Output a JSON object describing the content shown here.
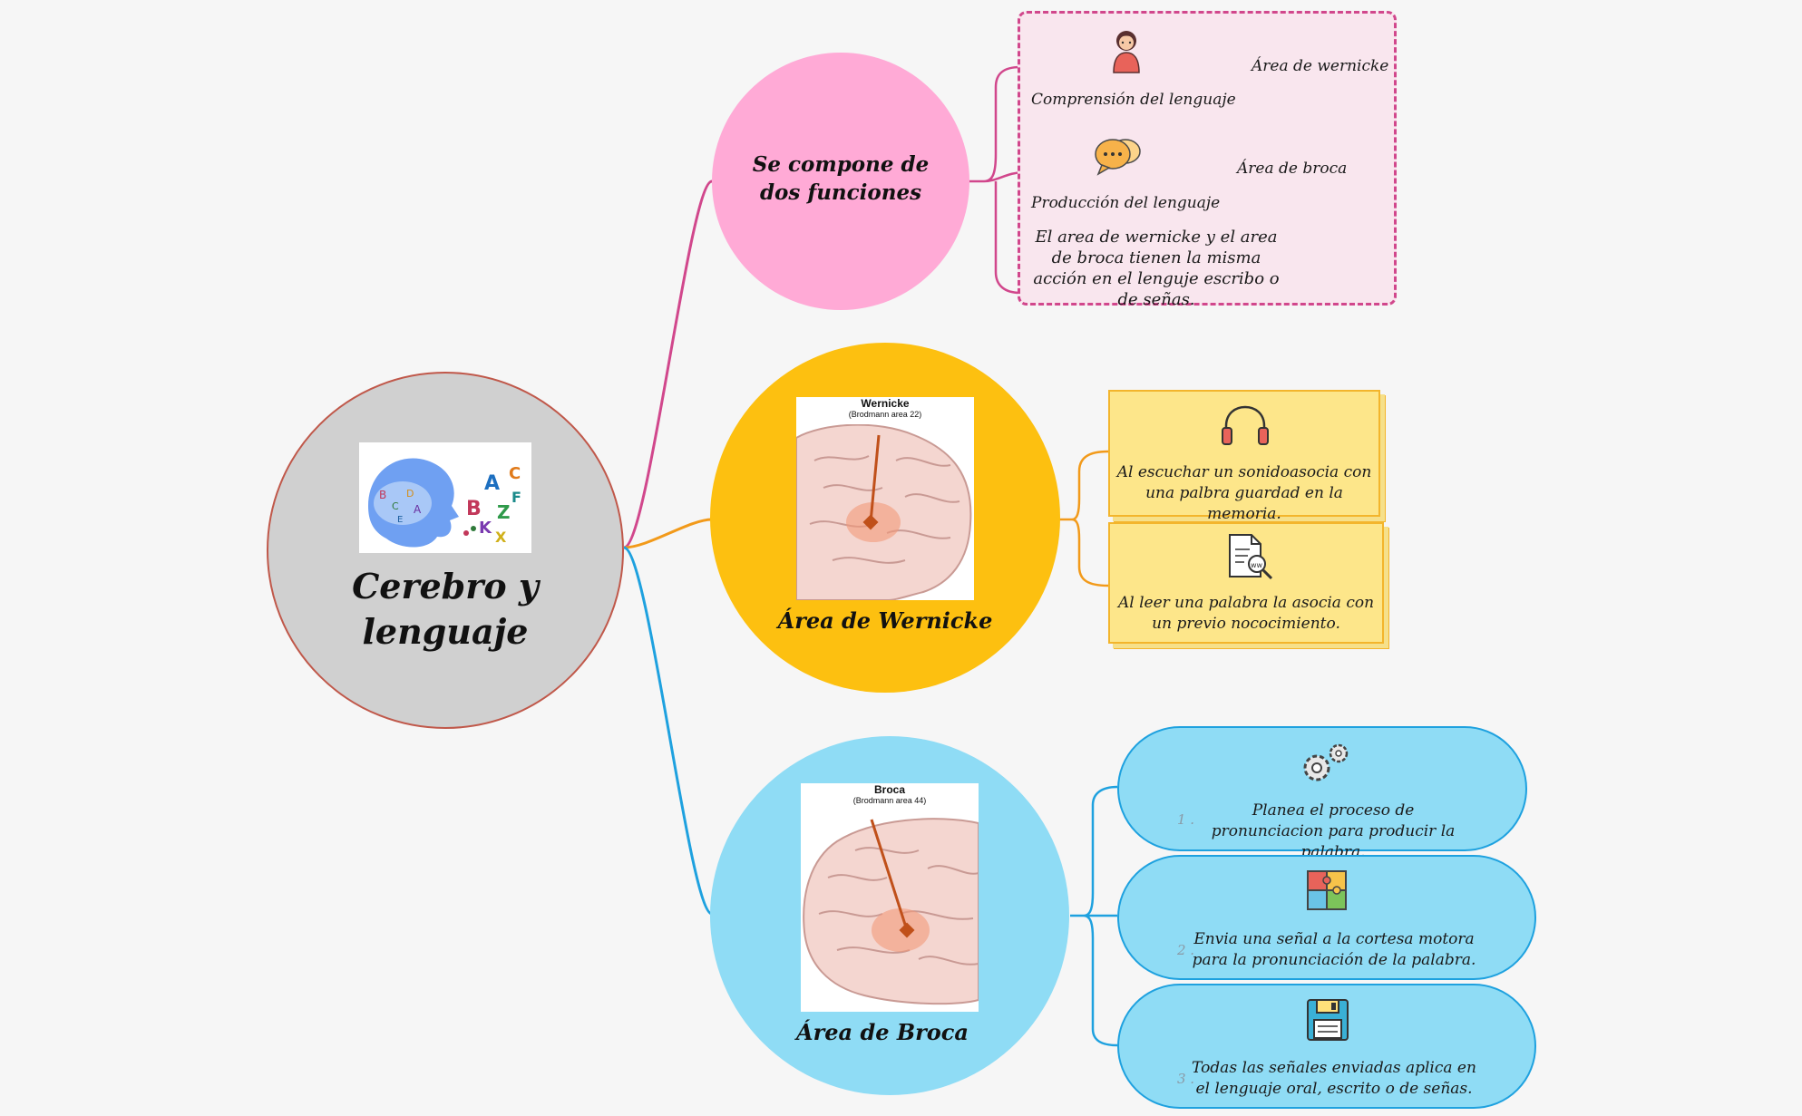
{
  "central": {
    "title": "Cerebro y lenguaje"
  },
  "topic_functions": {
    "title": "Se compone de dos funciones",
    "items": [
      {
        "label": "Comprensión del lenguaje",
        "tag": "Área de wernicke",
        "icon": "person-headset-icon"
      },
      {
        "label": "Producción del lenguaje",
        "tag": "Área de broca",
        "icon": "chat-bubbles-icon"
      }
    ],
    "note": "El area de wernicke y el area de broca tienen la misma acción en el lenguje escribo o de señas."
  },
  "topic_wernicke": {
    "title": "Área de Wernicke",
    "image_title": "Wernicke",
    "image_sub": "(Brodmann area 22)",
    "items": [
      {
        "text": "Al escuchar un sonidoasocia con una palbra guardad en la memoria.",
        "icon": "headphones-icon"
      },
      {
        "text": "Al leer una palabra la asocia con un previo nococimiento.",
        "icon": "web-document-icon"
      }
    ]
  },
  "topic_broca": {
    "title": "Área de Broca",
    "image_title": "Broca",
    "image_sub": "(Brodmann area 44)",
    "items": [
      {
        "number": "1 .",
        "text": "Planea el proceso de pronunciacion para producir la palabra.",
        "icon": "gears-icon"
      },
      {
        "number": "2 .",
        "text": "Envia una señal a la cortesa motora para la pronunciación de la palabra.",
        "icon": "puzzle-icon"
      },
      {
        "number": "3 .",
        "text": "Todas las señales enviadas aplica en el lenguaje oral, escrito o de señas.",
        "icon": "floppy-disk-icon"
      }
    ]
  },
  "colors": {
    "background": "#f6f6f6",
    "central": "#d0d0d0",
    "central_border": "#c0584a",
    "functions": "#ffaad6",
    "functions_line": "#d1478c",
    "wernicke": "#fdc010",
    "wernicke_line": "#f29a1a",
    "broca": "#8fdcf5",
    "broca_line": "#1ea1df"
  }
}
